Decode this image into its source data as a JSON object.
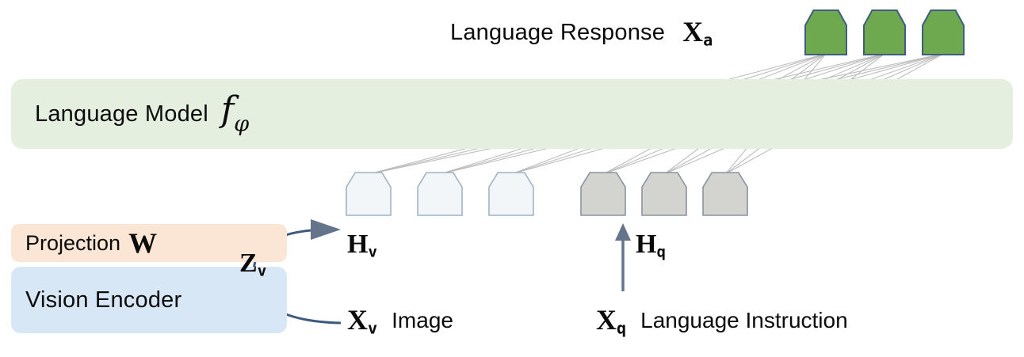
{
  "header": {
    "language_response": "Language Response",
    "x_a_base": "X",
    "x_a_sub": "a"
  },
  "language_model": {
    "label": "Language Model",
    "f": "f",
    "phi": "φ"
  },
  "projection": {
    "label": "Projection",
    "w": "W"
  },
  "vision_encoder": {
    "label": "Vision Encoder"
  },
  "math": {
    "z_v_base": "Z",
    "z_v_sub": "v",
    "h_v_base": "H",
    "h_v_sub": "v",
    "h_q_base": "H",
    "h_q_sub": "q",
    "x_v_base": "X",
    "x_v_sub": "v",
    "x_q_base": "X",
    "x_q_sub": "q"
  },
  "captions": {
    "image": "Image",
    "language_instruction": "Language Instruction"
  },
  "tokens": {
    "response_count": 3,
    "vision_count": 3,
    "query_count": 3
  },
  "colors": {
    "response_token_fill": "#6ea84f",
    "response_token_stroke": "#3f5e7e",
    "vision_token_fill": "#f3f6f8",
    "vision_token_stroke": "#9fb4c7",
    "query_token_fill": "#d3d3d0",
    "query_token_stroke": "#8a93a0",
    "language_model_bar": "#e5efe0",
    "projection_bar": "#fbe5d4",
    "vision_encoder_bar": "#d8e7f5",
    "curve_arrow": "#3d5a80",
    "head_arrow": "#64748b",
    "connection_line": "#b6b6b6"
  }
}
